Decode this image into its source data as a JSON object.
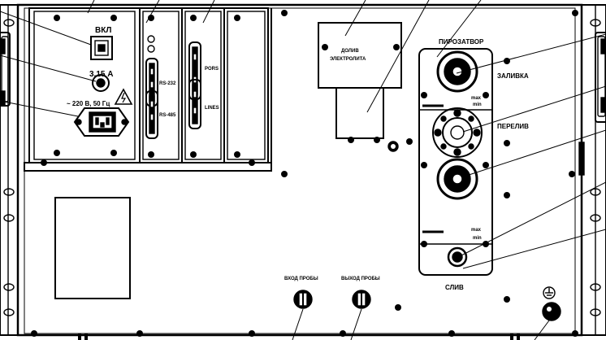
{
  "labels": {
    "power_switch": "ВКЛ",
    "fuse": "3,15 А",
    "mains": "~ 220 В, 50 Гц",
    "rs232": "RS-232",
    "rs485": "RS-485",
    "ports_top": "PORS",
    "lines": "LINES",
    "electrolyte_line1": "ДОЛИВ",
    "electrolyte_line2": "ЭЛЕКТРОЛИТА",
    "pyro_valve": "ПИРОЗАТВОР",
    "fill": "ЗАЛИВКА",
    "max_top": "max",
    "min_top": "min",
    "overflow": "ПЕРЕЛИВ",
    "max_bottom": "max",
    "min_bottom": "min",
    "drain": "СЛИВ",
    "probe_in": "ВХОД ПРОБЫ",
    "probe_out": "ВЫХОД ПРОБЫ"
  },
  "colors": {
    "line": "#000000",
    "background": "#ffffff",
    "dark_fill": "#000000"
  },
  "icons": [
    "warning-icon",
    "ground-icon"
  ]
}
